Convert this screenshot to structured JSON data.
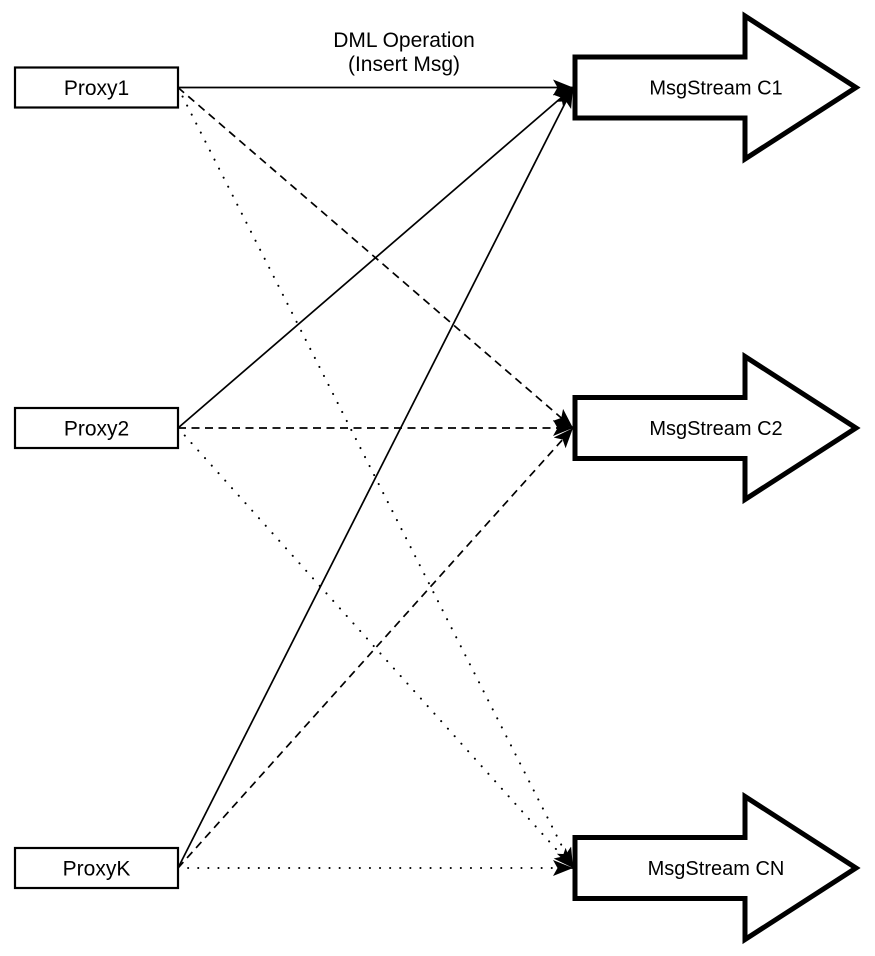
{
  "diagram": {
    "title": {
      "line1": "DML Operation",
      "line2": "(Insert Msg)"
    },
    "colors": {
      "background": "#ffffff",
      "stroke": "#000000",
      "node_fill": "#ffffff"
    },
    "proxies": [
      {
        "id": "proxy1",
        "label": "Proxy1"
      },
      {
        "id": "proxy2",
        "label": "Proxy2"
      },
      {
        "id": "proxyk",
        "label": "ProxyK"
      }
    ],
    "streams": [
      {
        "id": "c1",
        "label": "MsgStream C1",
        "incoming_line_style": "solid"
      },
      {
        "id": "c2",
        "label": "MsgStream C2",
        "incoming_line_style": "dashed"
      },
      {
        "id": "cn",
        "label": "MsgStream CN",
        "incoming_line_style": "dotted"
      }
    ],
    "edges": [
      {
        "from": "proxy1",
        "to": "c1",
        "style": "solid"
      },
      {
        "from": "proxy1",
        "to": "c2",
        "style": "dashed"
      },
      {
        "from": "proxy1",
        "to": "cn",
        "style": "dotted"
      },
      {
        "from": "proxy2",
        "to": "c1",
        "style": "solid"
      },
      {
        "from": "proxy2",
        "to": "c2",
        "style": "dashed"
      },
      {
        "from": "proxy2",
        "to": "cn",
        "style": "dotted"
      },
      {
        "from": "proxyk",
        "to": "c1",
        "style": "solid"
      },
      {
        "from": "proxyk",
        "to": "c2",
        "style": "dashed"
      },
      {
        "from": "proxyk",
        "to": "cn",
        "style": "dotted"
      }
    ]
  }
}
